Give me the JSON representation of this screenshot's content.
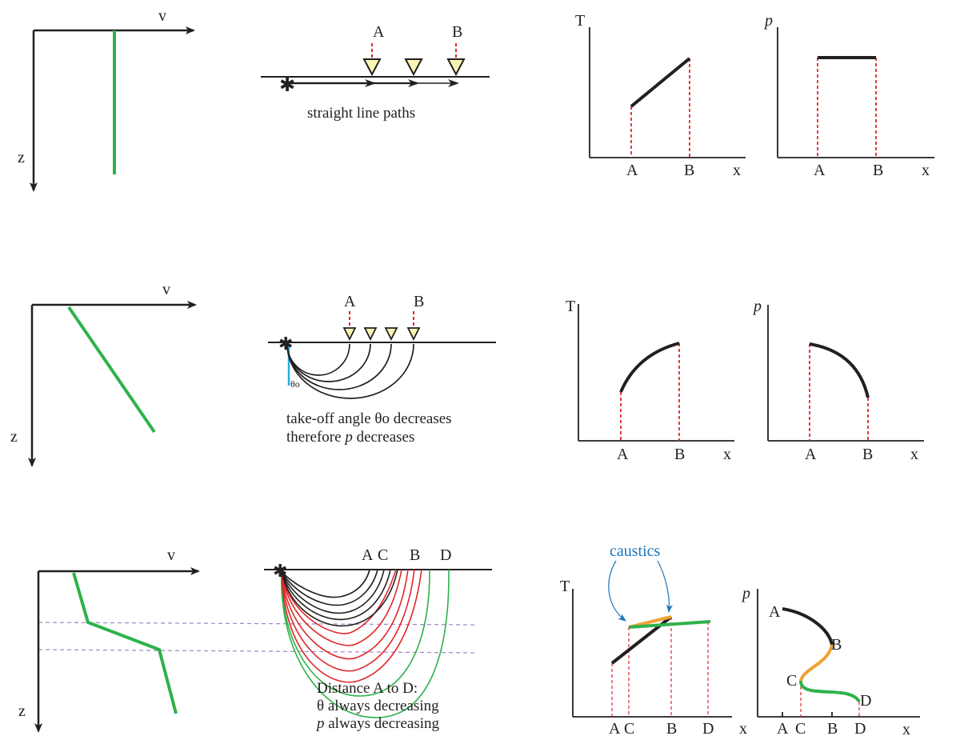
{
  "colors": {
    "axis": "#231f20",
    "velocity": "#2eb24a",
    "ray_layer1": "#231f20",
    "ray_layer2": "#e0272b",
    "ray_layer3": "#2eb24a",
    "caustic_branch": "#eea236",
    "guide_dashed": "#e0272b",
    "layer_boundary": "#a184c0",
    "receiver_fill": "#fbf6b4",
    "callout": "#1a75bb"
  },
  "axis_labels": {
    "v": "v",
    "z": "z",
    "T": "T",
    "p": "p",
    "x": "x"
  },
  "row1": {
    "receivers": [
      "A",
      "B"
    ],
    "caption": "straight line paths",
    "t_ticks": [
      "A",
      "B"
    ],
    "p_ticks": [
      "A",
      "B"
    ]
  },
  "row2": {
    "receivers": [
      "A",
      "B"
    ],
    "angle_label": "θo",
    "caption_line1": "take-off angle θo decreases",
    "caption_line2_pre": "therefore ",
    "caption_line2_var": "p",
    "caption_line2_post": " decreases",
    "t_ticks": [
      "A",
      "B"
    ],
    "p_ticks": [
      "A",
      "B"
    ]
  },
  "row3": {
    "receivers": [
      "A",
      "C",
      "B",
      "D"
    ],
    "caption_line1": "Distance A to D:",
    "caption_line2": "θ always decreasing",
    "caption_line3_var": "p",
    "caption_line3_post": " always decreasing",
    "caustics_label": "caustics",
    "t_ticks": [
      "A",
      "C",
      "B",
      "D"
    ],
    "p_ticks": [
      "A",
      "C",
      "B",
      "D"
    ],
    "p_curve_labels": [
      "A",
      "B",
      "C",
      "D"
    ]
  }
}
